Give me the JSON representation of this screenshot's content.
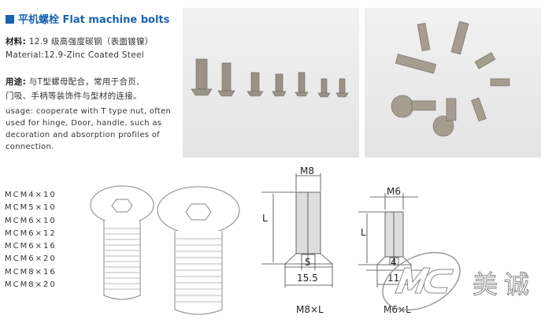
{
  "title": {
    "cn": "平机螺栓",
    "en": "Flat machine bolts"
  },
  "material": {
    "label": "材料:",
    "cn": "12.9 级高强度碳钢（表面镀镍）",
    "en": "Material:12.9-Zinc Coated Steel"
  },
  "usage": {
    "label": "用途:",
    "cn_line1": "与T型螺母配合，常用于合页、",
    "cn_line2": "门吸、手柄等装饰件与型材的连接。",
    "en": [
      "usage: cooperate with T type nut, often",
      "used for hinge, Door, handle, such as",
      "decoration and absorption profiles of",
      "connection."
    ]
  },
  "sizes": [
    "MCM4×10",
    "MCM5×10",
    "MCM6×10",
    "MCM6×12",
    "MCM6×16",
    "MCM6×20",
    "MCM8×16",
    "MCM8×20"
  ],
  "diagram_m8": {
    "thread": "M8",
    "length": "L",
    "hex": "5",
    "head": "15.5",
    "caption": "M8×L"
  },
  "diagram_m6": {
    "thread": "M6",
    "length": "L",
    "hex": "4",
    "head": "11",
    "caption": "M6×L"
  },
  "logo": {
    "mark": "MC",
    "text": "美诚"
  }
}
